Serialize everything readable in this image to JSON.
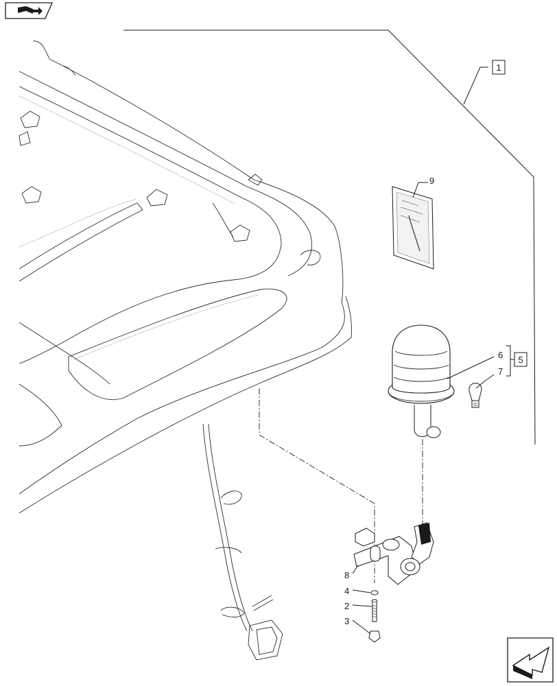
{
  "callouts": {
    "1": "1",
    "2": "2",
    "3": "3",
    "4": "4",
    "5": "5",
    "6": "6",
    "7": "7",
    "8": "8",
    "9": "9"
  },
  "icons": {
    "top_left": "book-arrow-icon",
    "bottom_right": "next-page-arrow-icon"
  }
}
